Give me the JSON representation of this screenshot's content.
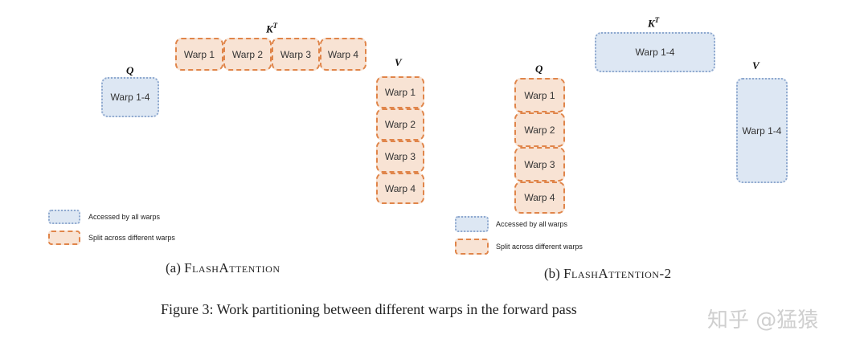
{
  "panel_a": {
    "q": {
      "label": "Q",
      "box": "Warp 1-4"
    },
    "kt": {
      "label": "K",
      "sup": "T",
      "boxes": [
        "Warp 1",
        "Warp 2",
        "Warp 3",
        "Warp 4"
      ]
    },
    "v": {
      "label": "V",
      "boxes": [
        "Warp 1",
        "Warp 2",
        "Warp 3",
        "Warp 4"
      ]
    },
    "legend": {
      "accessed": "Accessed by all warps",
      "split": "Split across different warps"
    },
    "caption_prefix": "(a) ",
    "caption_name": "FlashAttention"
  },
  "panel_b": {
    "q": {
      "label": "Q",
      "boxes": [
        "Warp 1",
        "Warp 2",
        "Warp 3",
        "Warp 4"
      ]
    },
    "kt": {
      "label": "K",
      "sup": "T",
      "box": "Warp 1-4"
    },
    "v": {
      "label": "V",
      "box": "Warp 1-4"
    },
    "legend": {
      "accessed": "Accessed by all warps",
      "split": "Split across different warps"
    },
    "caption_prefix": "(b) ",
    "caption_name": "FlashAttention-2"
  },
  "figure_caption": "Figure 3: Work partitioning between different warps in the forward pass",
  "watermark": "知乎 @猛猿",
  "colors": {
    "split_fill": "#f8e3d4",
    "split_border": "#e0854a",
    "shared_fill": "#dde7f3",
    "shared_border": "#8fa9cf"
  }
}
